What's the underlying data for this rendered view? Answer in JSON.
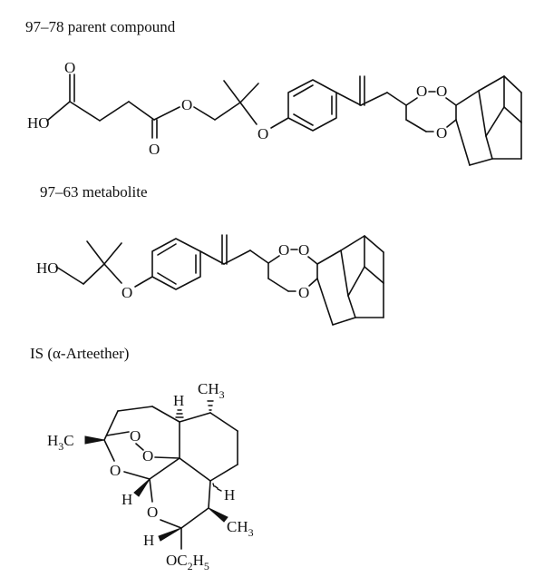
{
  "compounds": [
    {
      "label": "97–78 parent compound"
    },
    {
      "label": "97–63 metabolite"
    },
    {
      "label": "IS (α-Arteether)"
    }
  ],
  "atoms": {
    "ho": "HO",
    "o": "O",
    "h": "H",
    "h3c": "H",
    "h3c_sub": "3",
    "h3c_c": "C",
    "ch3": "CH",
    "ch3_sub": "3",
    "oc2h5_oc": "OC",
    "oc2h5_sub2": "2",
    "oc2h5_h": "H",
    "oc2h5_sub5": "5"
  }
}
